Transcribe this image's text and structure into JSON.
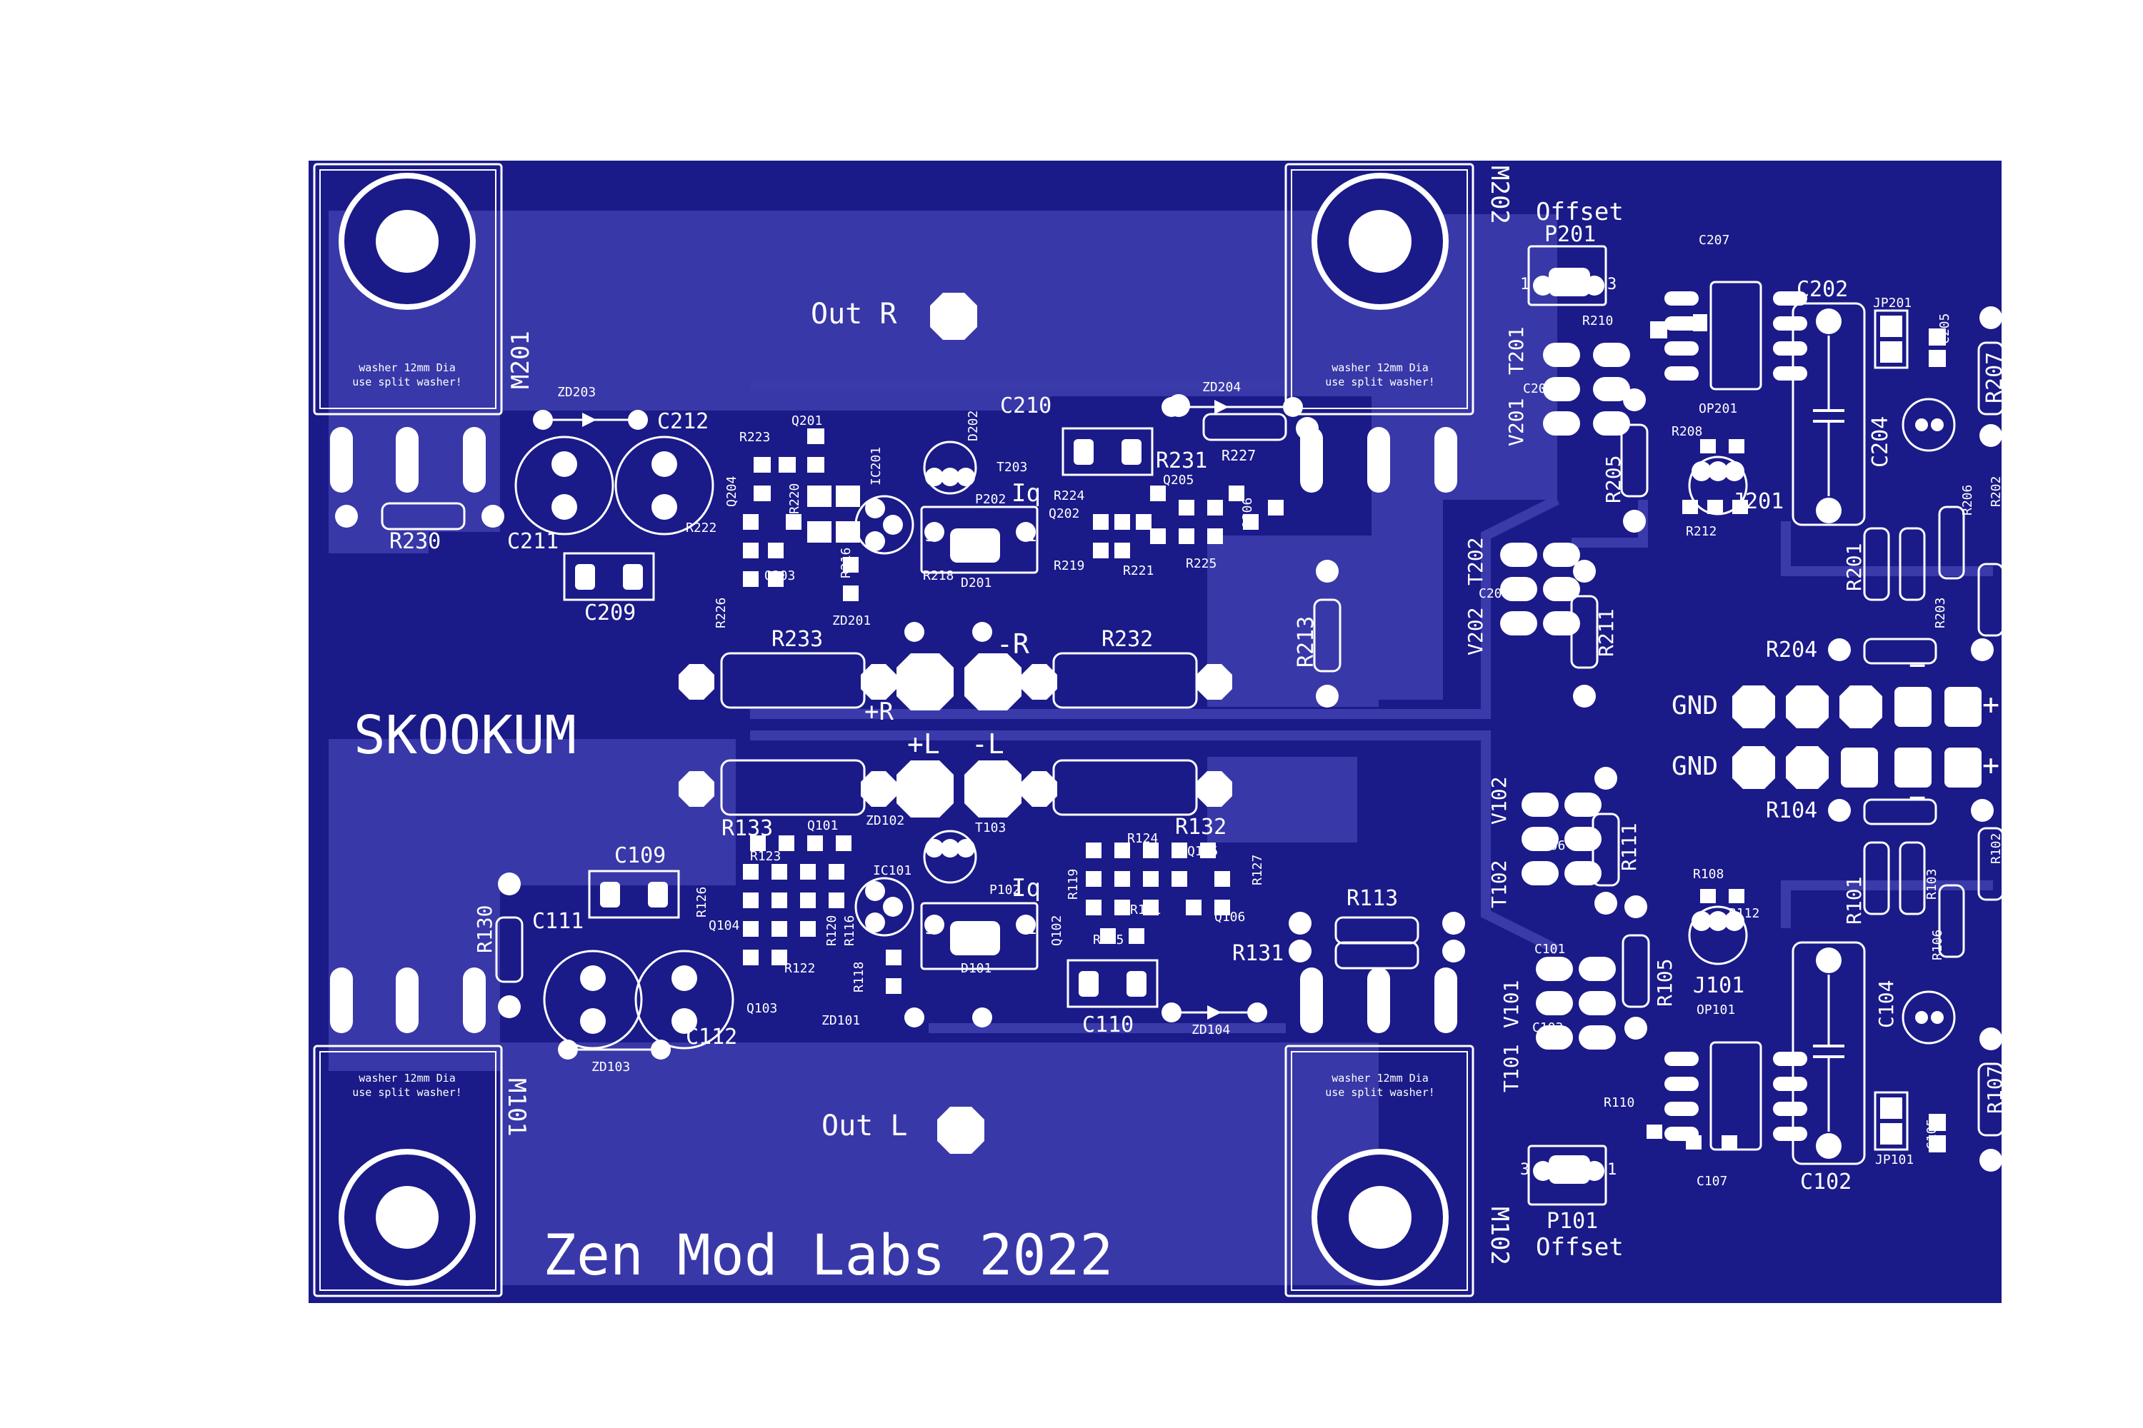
{
  "board": {
    "title": "SKOOKUM",
    "credit": "Zen Mod Labs 2022",
    "substrate_color": "#1a1a88",
    "pour_color": "#3535a6",
    "silk_color": "#ffffff"
  },
  "mosfets": [
    {
      "ref": "M201",
      "note1": "washer 12mm Dia",
      "note2": "use split washer!"
    },
    {
      "ref": "M202",
      "note1": "washer 12mm Dia",
      "note2": "use split washer!"
    },
    {
      "ref": "M101",
      "note1": "washer 12mm Dia",
      "note2": "use split washer!"
    },
    {
      "ref": "M102",
      "note1": "washer 12mm Dia",
      "note2": "use split washer!"
    }
  ],
  "pads": {
    "out_r": "Out R",
    "out_l": "Out L",
    "plus_r": "+R",
    "minus_r": "-R",
    "plus_l": "+L",
    "minus_l": "-L",
    "gnd_top": "GND",
    "gnd_bottom": "GND",
    "plus": "+",
    "minus": "−",
    "pin1": "1",
    "pin3": "3",
    "iq": "Iq"
  },
  "trimmers": {
    "p201_title": "Offset",
    "p101_title": "Offset"
  },
  "labels": [
    "ZD203",
    "C212",
    "C211",
    "R230",
    "C209",
    "R222",
    "R223",
    "Q201",
    "R220",
    "C210",
    "ZD204",
    "R227",
    "R231",
    "D202",
    "Q204",
    "T203",
    "IC201",
    "R224",
    "Q205",
    "Q206",
    "P202",
    "Q202",
    "R216",
    "R219",
    "R221",
    "R225",
    "Q203",
    "R218",
    "D201",
    "R226",
    "ZD201",
    "R233",
    "R232",
    "R213",
    "C207",
    "P201",
    "C202",
    "JP201",
    "C205",
    "R207",
    "R210",
    "T201",
    "C203",
    "V201",
    "R208",
    "R205",
    "J201",
    "C204",
    "R212",
    "T202",
    "C206",
    "V202",
    "R211",
    "R206",
    "R202",
    "R201",
    "R203",
    "R204",
    "R104",
    "R102",
    "R111",
    "C106",
    "V102",
    "T102",
    "R101",
    "R103",
    "R108",
    "R112",
    "J101",
    "R105",
    "C101",
    "V101",
    "C103",
    "T101",
    "R106",
    "C104",
    "OP101",
    "R110",
    "R107",
    "C105",
    "JP101",
    "C102",
    "C107",
    "P101",
    "R133",
    "Q101",
    "ZD102",
    "T103",
    "R124",
    "R132",
    "R123",
    "C109",
    "R126",
    "Q104",
    "IC101",
    "R119",
    "Q105",
    "R127",
    "R130",
    "C111",
    "R120",
    "R116",
    "P102",
    "Q102",
    "R121",
    "Q106",
    "R113",
    "R131",
    "R122",
    "R118",
    "D101",
    "R125",
    "Q103",
    "C110",
    "ZD101",
    "ZD104",
    "C112",
    "ZD103",
    "OP201"
  ]
}
